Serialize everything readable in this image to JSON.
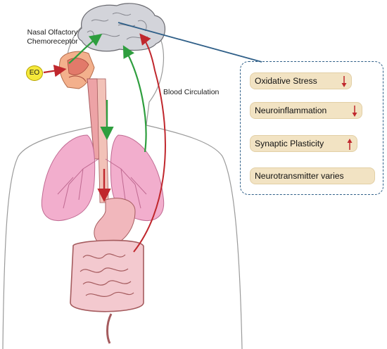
{
  "labels": {
    "nasal_line1": "Nasal Olfactory",
    "nasal_line2": "Chemoreceptor",
    "eo": "EO",
    "blood": "Blood Circulation"
  },
  "effects": [
    {
      "label": "Oxidative Stress",
      "trend": "down"
    },
    {
      "label": "Neuroinflammation",
      "trend": "down"
    },
    {
      "label": "Synaptic Plasticity",
      "trend": "up"
    },
    {
      "label": "Neurotransmitter varies",
      "trend": "none"
    }
  ],
  "colors": {
    "green_arrow": "#2e9e3e",
    "red_arrow": "#c0272d",
    "box_border": "#2f5f88",
    "effect_fill": "#f2e3c3",
    "eo_fill": "#f5e83a",
    "lung": "#f2aecd",
    "organ": "#f3b8c0"
  }
}
